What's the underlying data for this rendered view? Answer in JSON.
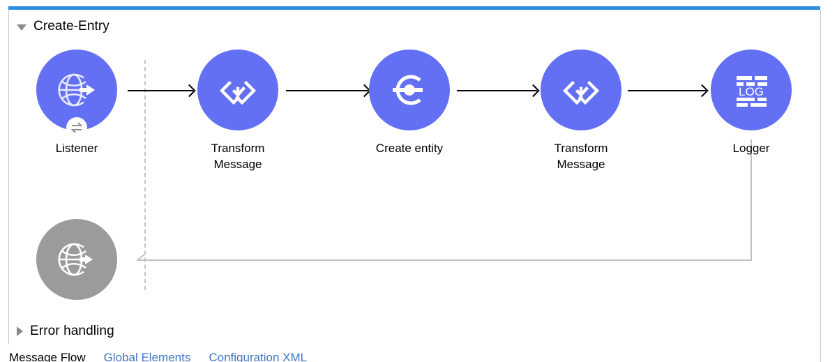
{
  "editor": {
    "accent_color": "#2a8fe0",
    "node_color": "#6370f3",
    "node_disabled_color": "#9b9b9b",
    "connector_color": "#000000",
    "return_path_color": "#c0c0c0"
  },
  "flow": {
    "title": "Create-Entry",
    "twisty_icon": "triangle-down-icon",
    "expanded": true,
    "nodes": [
      {
        "id": "listener",
        "label": "Listener",
        "icon": "globe-arrow-icon",
        "badge_icon": "exchange-arrows-icon",
        "state": "enabled"
      },
      {
        "id": "transform-message-1",
        "label": "Transform\nMessage",
        "icon": "dataweave-icon",
        "state": "enabled"
      },
      {
        "id": "create-entity",
        "label": "Create entity",
        "icon": "connector-c-icon",
        "state": "enabled"
      },
      {
        "id": "transform-message-2",
        "label": "Transform\nMessage",
        "icon": "dataweave-icon",
        "state": "enabled"
      },
      {
        "id": "logger",
        "label": "Logger",
        "icon": "log-icon",
        "state": "enabled"
      }
    ],
    "source_response": {
      "id": "listener-response",
      "label": "",
      "icon": "globe-arrow-icon",
      "state": "disabled"
    }
  },
  "error_handling": {
    "title": "Error handling",
    "twisty_icon": "triangle-right-icon",
    "expanded": false
  },
  "tabs": [
    {
      "label": "Message Flow",
      "active": true
    },
    {
      "label": "Global Elements",
      "active": false
    },
    {
      "label": "Configuration XML",
      "active": false
    }
  ]
}
